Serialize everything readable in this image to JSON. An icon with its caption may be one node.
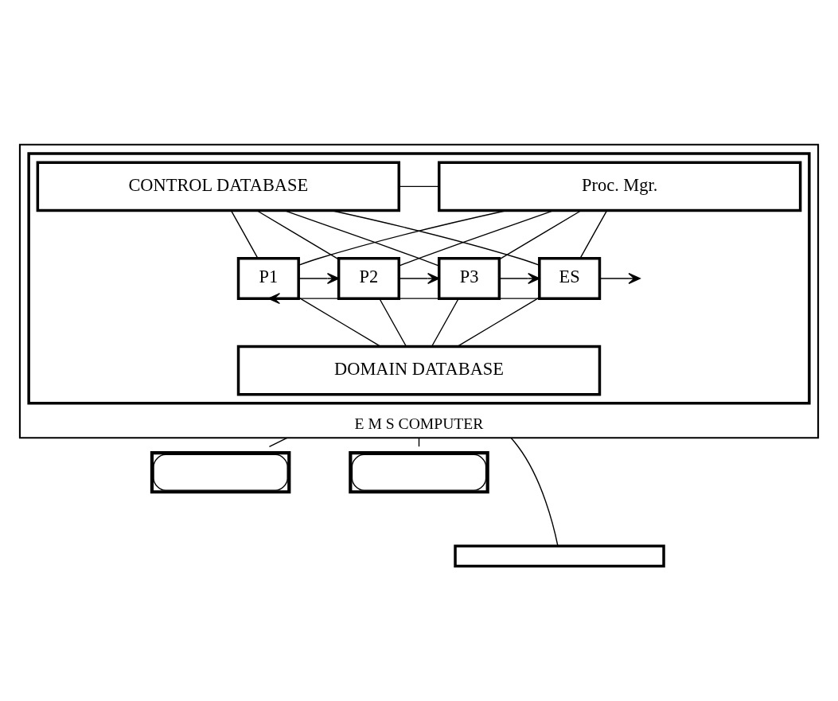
{
  "diagram": {
    "nodes": [
      {
        "text": [
          "E M S COMPUTER"
        ]
      },
      {
        "text": [],
        "shape": "box",
        "in": 0
      },
      {
        "text": [
          "CONTROL DATABASE"
        ],
        "in": 1
      },
      {
        "text": [
          "Proc. Mgr."
        ],
        "in": 1
      },
      {
        "text": [
          "P1"
        ],
        "in": 1
      },
      {
        "text": [
          "P2"
        ],
        "in": 1
      },
      {
        "text": [
          "P3"
        ],
        "in": 1
      },
      {
        "text": [
          "ES"
        ],
        "in": 1
      },
      {
        "text": [
          "DOMAIN DATABASE"
        ],
        "in": 1
      },
      {
        "text": [],
        "shape": "box"
      },
      {
        "text": [],
        "shape": "box"
      },
      {
        "text": [],
        "shape": "bar"
      }
    ],
    "edges": [
      {
        "from": 2,
        "to": 3,
        "arrow": "none"
      },
      {
        "from": 2,
        "to": 4,
        "arrow": "none"
      },
      {
        "from": 2,
        "to": 5,
        "arrow": "none"
      },
      {
        "from": 2,
        "to": 6,
        "arrow": "none"
      },
      {
        "from": 2,
        "to": 7,
        "arrow": "none"
      },
      {
        "from": 3,
        "to": 4,
        "arrow": "none"
      },
      {
        "from": 3,
        "to": 5,
        "arrow": "none"
      },
      {
        "from": 3,
        "to": 6,
        "arrow": "none"
      },
      {
        "from": 3,
        "to": 7,
        "arrow": "none"
      },
      {
        "from": 4,
        "to": 5,
        "arrow": "to"
      },
      {
        "from": 5,
        "to": 6,
        "arrow": "to"
      },
      {
        "from": 6,
        "to": 7,
        "arrow": "to"
      },
      {
        "from": 7,
        "to": null,
        "arrow": "to"
      },
      {
        "from": 7,
        "to": 4,
        "arrow": "to"
      },
      {
        "from": 4,
        "to": 8,
        "arrow": "none"
      },
      {
        "from": 5,
        "to": 8,
        "arrow": "none"
      },
      {
        "from": 6,
        "to": 8,
        "arrow": "none"
      },
      {
        "from": 7,
        "to": 8,
        "arrow": "none"
      },
      {
        "from": 0,
        "to": 9,
        "arrow": "none"
      },
      {
        "from": 0,
        "to": 10,
        "arrow": "none"
      },
      {
        "from": 0,
        "to": 11,
        "arrow": "none"
      }
    ]
  }
}
